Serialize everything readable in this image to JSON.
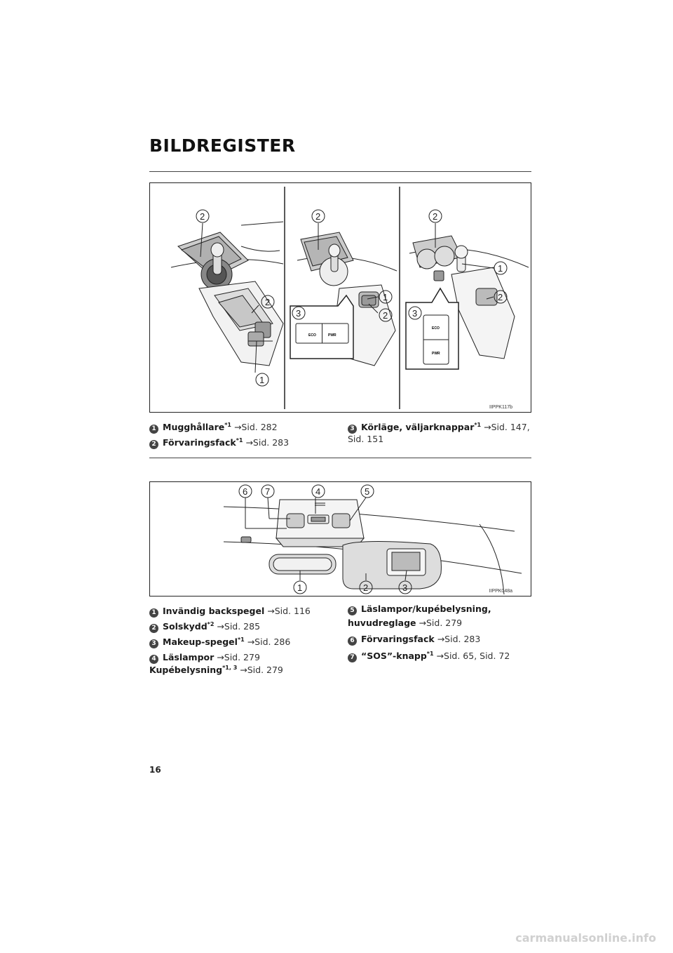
{
  "page": {
    "title": "BILDREGISTER",
    "number": "16"
  },
  "figure1": {
    "code": "IIPPK117b",
    "callouts": [
      "1",
      "2",
      "3"
    ],
    "switches": {
      "eco": "ECO",
      "pwr": "PWR"
    }
  },
  "legend1": [
    {
      "num": "1",
      "label": "Mugghållare",
      "sup": "*1",
      "ref": "→Sid. 282"
    },
    {
      "num": "2",
      "label": "Förvaringsfack",
      "sup": "*1",
      "ref": "→Sid. 283"
    },
    {
      "num": "3",
      "label": "Körläge, väljarknappar",
      "sup": "*1",
      "ref": "→Sid. 147, Sid. 151"
    }
  ],
  "figure2": {
    "code": "IIPPK048a",
    "callouts": [
      "1",
      "2",
      "3",
      "4",
      "5",
      "6",
      "7"
    ]
  },
  "legend2": [
    {
      "num": "1",
      "label": "Invändig backspegel",
      "sup": "",
      "ref": "→Sid. 116"
    },
    {
      "num": "2",
      "label": "Solskydd",
      "sup": "*2",
      "ref": "→Sid. 285"
    },
    {
      "num": "3",
      "label": "Makeup-spegel",
      "sup": "*1",
      "ref": "→Sid. 286"
    },
    {
      "num": "4",
      "label": "Läslampor",
      "sup": "",
      "ref": "→Sid. 279"
    },
    {
      "num": "",
      "label": "Kupébelysning",
      "sup": "*1, 3",
      "ref": "→Sid. 279"
    },
    {
      "num": "5",
      "label": "Läslampor/kupébelysning, huvudreglage",
      "sup": "",
      "ref": "→Sid. 279"
    },
    {
      "num": "6",
      "label": "Förvaringsfack",
      "sup": "",
      "ref": "→Sid. 283"
    },
    {
      "num": "7",
      "label": "“SOS”-knapp",
      "sup": "*1",
      "ref": "→Sid. 65, Sid. 72"
    }
  ],
  "watermark": "carmanualsonline.info"
}
